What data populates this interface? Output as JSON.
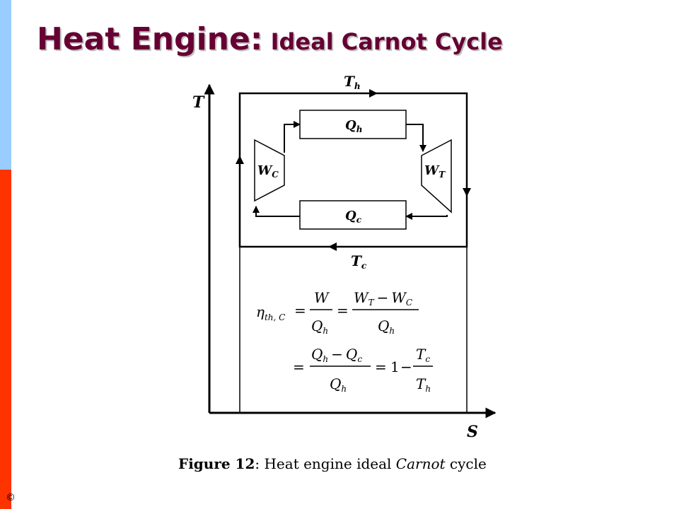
{
  "title": {
    "main": "Heat Engine:",
    "sub": "Ideal Carnot Cycle"
  },
  "copyright": "©",
  "diagram": {
    "axis_y": "T",
    "axis_x": "S",
    "t_hot": "T",
    "t_hot_sub": "h",
    "t_cold": "T",
    "t_cold_sub": "c",
    "q_hot": "Q",
    "q_hot_sub": "h",
    "q_cold": "Q",
    "q_cold_sub": "c",
    "w_compressor": "W",
    "w_compressor_sub": "C",
    "w_turbine": "W",
    "w_turbine_sub": "T"
  },
  "equation": {
    "eta": "η",
    "eta_sub": "th, C",
    "W": "W",
    "Q": "Q",
    "h": "h",
    "c": "c",
    "T": "T",
    "C": "C",
    "TT": "T",
    "one": "1",
    "equals": "=",
    "minus": "−"
  },
  "caption": {
    "label": "Figure 12",
    "text1": ": Heat engine ideal ",
    "italic": "Carnot",
    "text2": " cycle"
  }
}
